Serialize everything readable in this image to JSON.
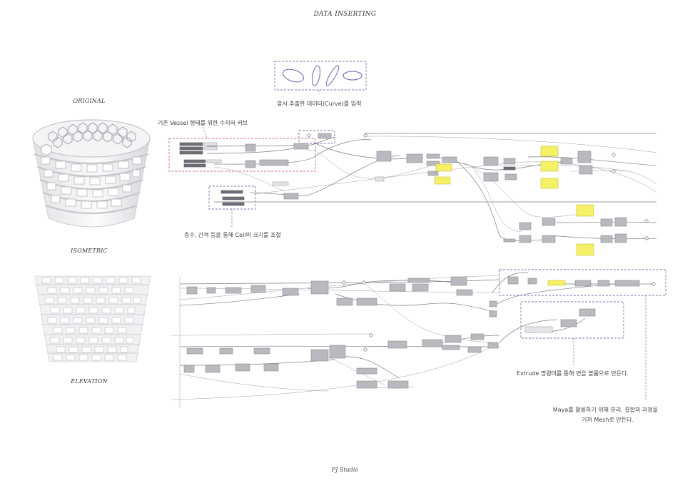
{
  "title": "DATA INSERTING",
  "footer": "PJ Studio",
  "views": {
    "original": "ORIGINAL",
    "isometric": "ISOMETRIC",
    "elevation": "ELEVATION"
  },
  "annotations": {
    "curve_input": "앞서 추출한 데이터(Curve)를 입력",
    "base_vessel": "기존 Vessel 형태를 위한 수치와 커브",
    "cell_size": "층수, 간격 등을 통해 Cell의 크기를 조절",
    "extrude": "Extrude 명령어를 통해 면을 볼륨으로 만든다.",
    "maya_line1": "Maya를 활용하기 위해 분리, 결합의 과정을",
    "maya_line2": "거쳐 Mesh로 만든다."
  },
  "colors": {
    "frame_blue": "#7e6fb3",
    "frame_pink": "#d66c8e",
    "panel_yellow": "#f6f067",
    "node_gray": "#b9b9c0"
  }
}
